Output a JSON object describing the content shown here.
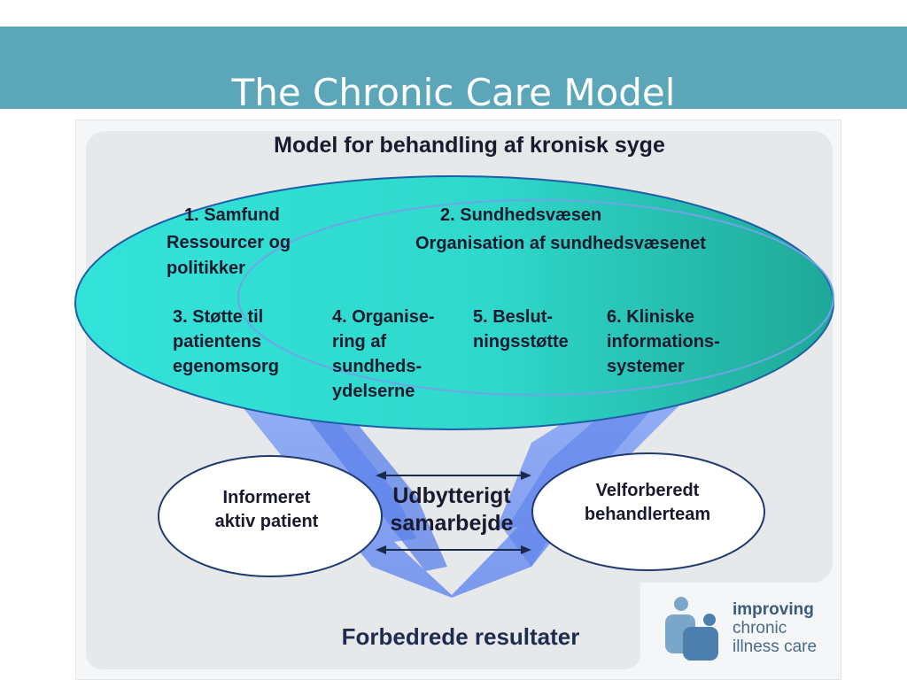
{
  "slide": {
    "title": "The Chronic Care Model"
  },
  "diagram": {
    "heading": "Model for behandling af kronisk syge",
    "community": {
      "label": "1. Samfund",
      "sublabel": "Ressourcer og\npolitikker"
    },
    "health_system": {
      "label": "2. Sundhedsvæsen",
      "sublabel": "Organisation af sundhedsvæsenet"
    },
    "components": [
      "3. Støtte til\npatientens\negenomsorg",
      "4. Organise-\nring af\nsundheds-\nydelserne",
      "5. Beslut-\nningsstøtte",
      " 6. Kliniske\ninformations-\nsystemer"
    ],
    "patient": "Informeret\naktiv patient",
    "team": "Velforberedt\nbehandlerteam",
    "interaction": "Udbytterigt\nsamarbejde",
    "outcome": "Forbedrede resultater"
  },
  "logo": {
    "lines": [
      "improving",
      "chronic",
      "illness care"
    ]
  },
  "colors": {
    "title_bar": "#5ba6b9",
    "ellipse_fill": "#2ee6d8",
    "arrow_fill": "#7f9ff2",
    "text": "#1a1a2e",
    "outcome_text": "#1f2c4f"
  }
}
